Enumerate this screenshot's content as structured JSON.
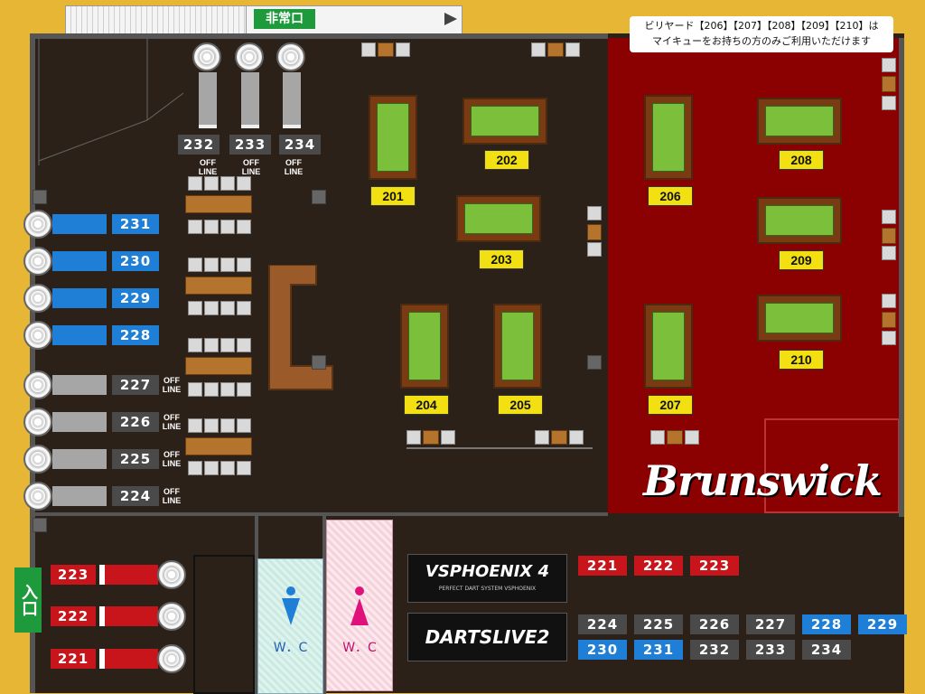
{
  "map": {
    "emergency_exit": "非常口",
    "entrance": "入口",
    "notice_line1": "ビリヤード【206】【207】【208】【209】【210】は",
    "notice_line2": "マイキューをお持ちの方のみご利用いただけます",
    "brand": "Brunswick",
    "wc_men": "W．C",
    "wc_women": "W．C",
    "off_line": "OFF LINE",
    "billiard_tables": [
      "201",
      "202",
      "203",
      "204",
      "205",
      "206",
      "207",
      "208",
      "209",
      "210"
    ],
    "top_darts": [
      "232",
      "233",
      "234"
    ],
    "left_darts_blue": [
      "231",
      "230",
      "229",
      "228"
    ],
    "left_darts_gray": [
      "227",
      "226",
      "225",
      "224"
    ],
    "bottom_darts_red": [
      "223",
      "222",
      "221"
    ],
    "vsphoenix": {
      "logo_main": "VSPHOENIX 4",
      "logo_sub": "PERFECT DART SYSTEM VSPHOENIX",
      "machines": [
        "221",
        "222",
        "223"
      ]
    },
    "dartslive": {
      "logo": "DARTSLIVE2",
      "machines_row1": [
        "224",
        "225",
        "226",
        "227",
        "228",
        "229"
      ],
      "machines_row2": [
        "230",
        "231",
        "232",
        "233",
        "234"
      ]
    },
    "colors": {
      "background": "#e7b634",
      "floor": "#2c2119",
      "brunswick_area": "#8b0000",
      "blue_lane": "#1f7fd6",
      "gray_lane": "#a6a6a6",
      "red_lane": "#c8151b",
      "label_yellow": "#f2e012",
      "exit_green": "#1e9a3c"
    }
  }
}
